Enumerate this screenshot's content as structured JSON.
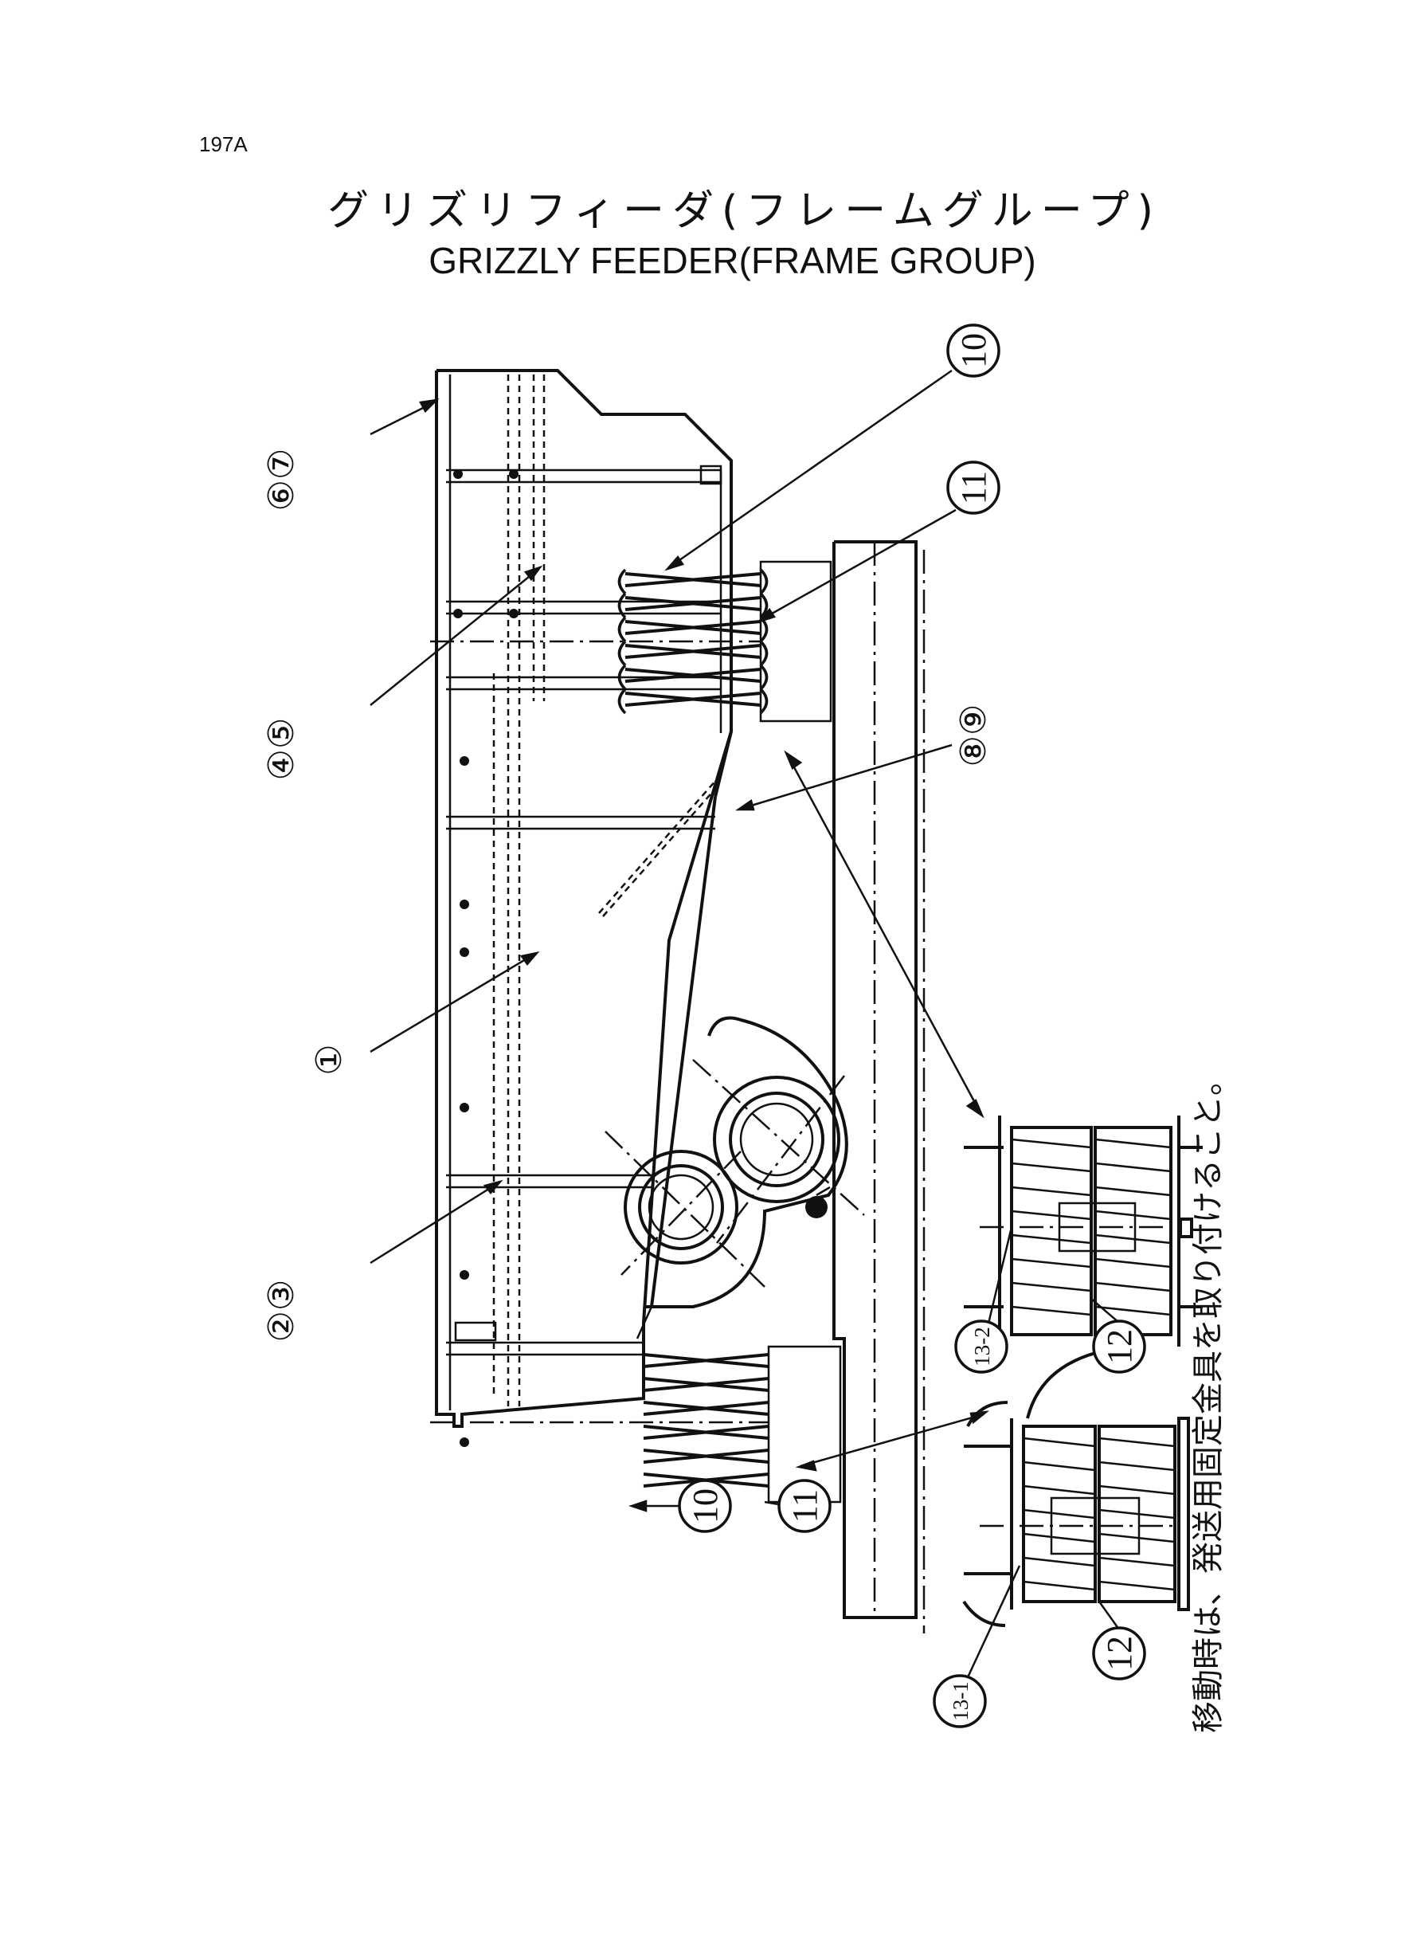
{
  "page_number": "197A",
  "title": {
    "japanese": "グリズリフィーダ(フレームグループ)",
    "english": "GRIZZLY FEEDER(FRAME GROUP)"
  },
  "callouts": {
    "c67": "⑥⑦",
    "c45": "④⑤",
    "c1": "①",
    "c23": "②③",
    "c10a": "10",
    "c11a": "11",
    "c89": "⑧⑨",
    "c10b": "10",
    "c11b": "11",
    "c131": "13-1",
    "c12a": "12",
    "c132": "13-2",
    "c12b": "12"
  },
  "note": "移動時は、発送用固定金具を取り付けること。"
}
